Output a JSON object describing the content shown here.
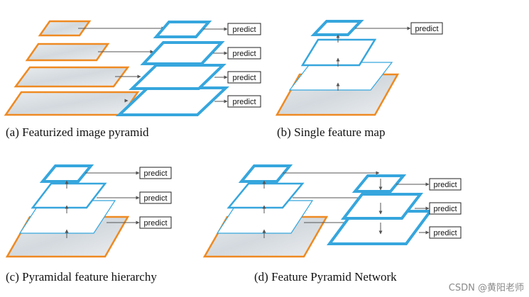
{
  "panels": [
    {
      "caption": "(a) Featurized image pyramid"
    },
    {
      "caption": "(b) Single feature map"
    },
    {
      "caption": "(c) Pyramidal feature hierarchy"
    },
    {
      "caption": "(d) Feature Pyramid Network"
    }
  ],
  "predict_label": "predict",
  "watermark": "CSDN @黄阳老师",
  "colors": {
    "feature_map": "#36a6dd",
    "image_border": "#ef8a22",
    "image_fill": "#dfe3e6",
    "arrow": "#555555",
    "predict_border": "#222222"
  }
}
